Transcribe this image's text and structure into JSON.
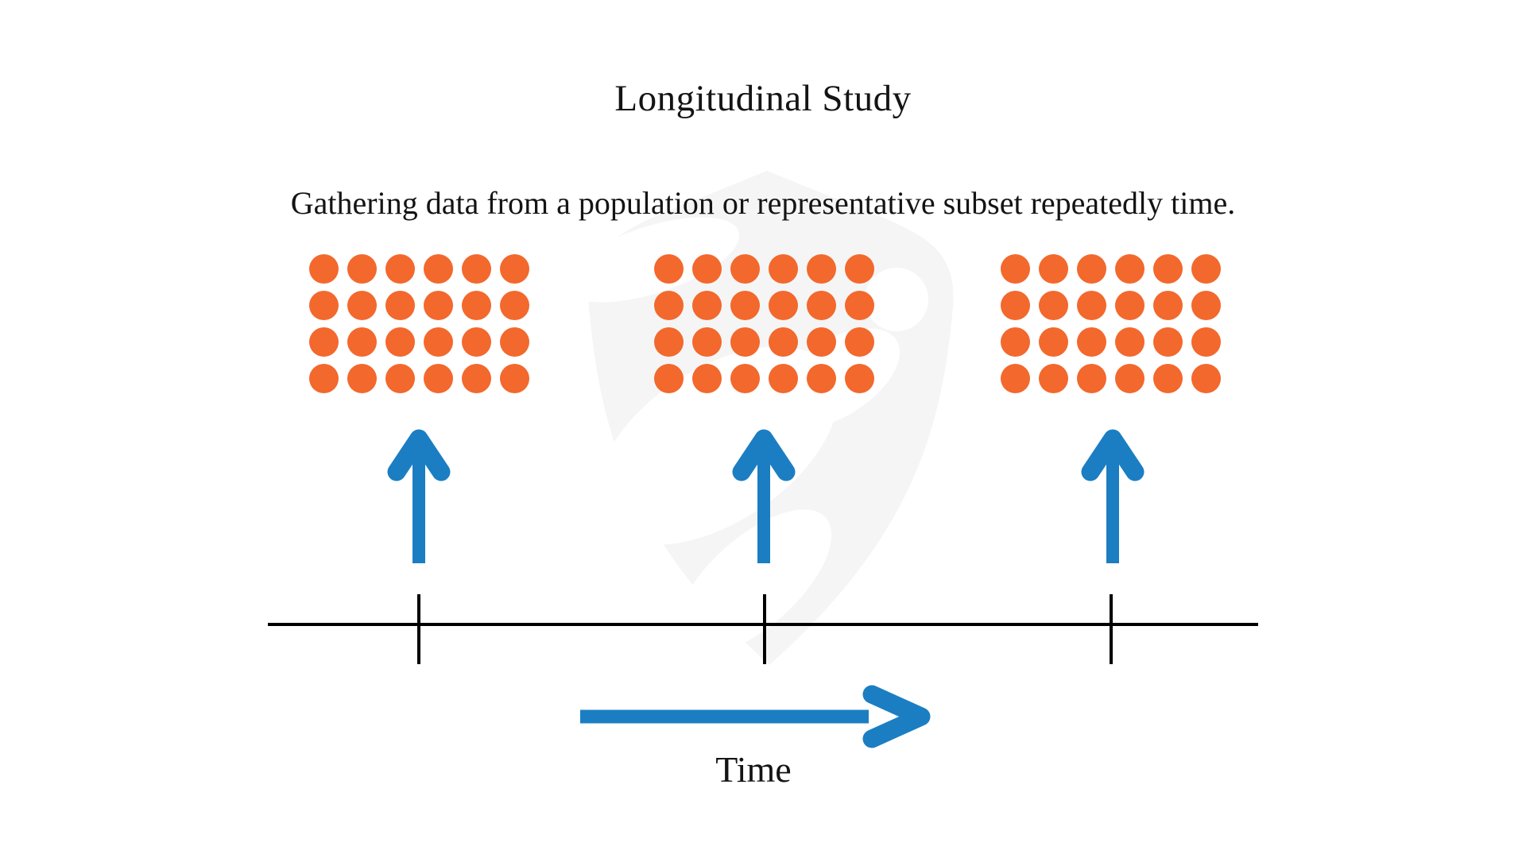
{
  "page": {
    "background": "#ffffff"
  },
  "header": {
    "title": "Longitudinal Study",
    "subtitle": "Gathering data from a population or representative subset repeatedly time."
  },
  "diagram": {
    "groups": [
      {
        "name": "sample-wave-1",
        "rows": 4,
        "cols": 6,
        "dot_count": 24
      },
      {
        "name": "sample-wave-2",
        "rows": 4,
        "cols": 6,
        "dot_count": 24
      },
      {
        "name": "sample-wave-3",
        "rows": 4,
        "cols": 6,
        "dot_count": 24
      }
    ],
    "timeline": {
      "tick_count": 3,
      "axis_label": "Time"
    },
    "colors": {
      "dot_orange": "#F3682C",
      "arrow_blue": "#1B7EC3",
      "line_black": "#000000",
      "watermark_gray": "#F5F5F5"
    },
    "watermark": "shield-figure-logo"
  }
}
